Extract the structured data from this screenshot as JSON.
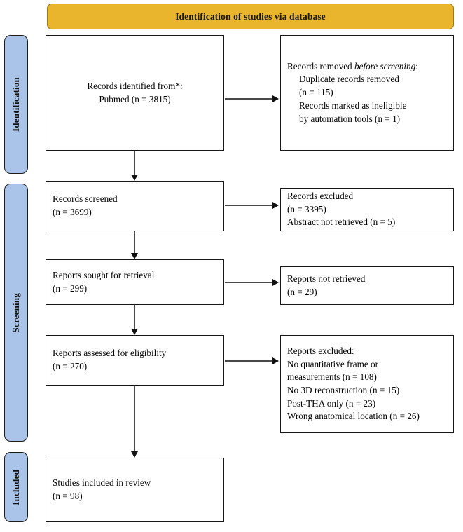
{
  "banner": {
    "title": "Identification of studies via database",
    "fill_color": "#E8B52C"
  },
  "stages": [
    {
      "name": "identification",
      "label": "Identification",
      "fill_color": "#A9C4E8"
    },
    {
      "name": "screening",
      "label": "Screening",
      "fill_color": "#A9C4E8"
    },
    {
      "name": "included",
      "label": "Included",
      "fill_color": "#A9C4E8"
    }
  ],
  "boxes": {
    "identified": {
      "lines": [
        "Records identified from*:",
        "Pubmed (n = 3815)"
      ]
    },
    "removed_before_screening": {
      "line1_pre": "Records removed ",
      "line1_ital": "before screening",
      "line1_post": ":",
      "lines": [
        "Duplicate records removed",
        "(n = 115)",
        "Records marked as ineligible",
        "by automation tools (n = 1)"
      ]
    },
    "records_screened": {
      "lines": [
        "Records screened",
        "(n = 3699)"
      ]
    },
    "records_excluded": {
      "lines": [
        "Records excluded",
        "(n = 3395)",
        "Abstract not retrieved (n = 5)"
      ]
    },
    "reports_sought": {
      "lines": [
        "Reports sought for retrieval",
        "(n = 299)"
      ]
    },
    "reports_not_retrieved": {
      "lines": [
        "Reports not retrieved",
        "(n = 29)"
      ]
    },
    "reports_assessed": {
      "lines": [
        "Reports assessed for eligibility",
        "(n = 270)"
      ]
    },
    "reports_excluded": {
      "lines": [
        "Reports excluded:",
        "No quantitative frame or",
        "measurements (n = 108)",
        "No 3D reconstruction (n = 15)",
        "Post-THA only (n = 23)",
        "Wrong anatomical location (n = 26)"
      ]
    },
    "studies_included": {
      "lines": [
        "Studies included in review",
        "(n = 98)"
      ]
    }
  },
  "chart_data": {
    "type": "diagram",
    "title": "Identification of studies via database",
    "nodes": [
      {
        "id": "identified",
        "stage": "Identification",
        "column": "left",
        "label": "Records identified from*: Pubmed",
        "n": 3815
      },
      {
        "id": "removed_before_screening",
        "stage": "Identification",
        "column": "right",
        "label": "Records removed before screening",
        "n": null
      },
      {
        "id": "duplicates_removed",
        "stage": "Identification",
        "column": "right",
        "label": "Duplicate records removed",
        "n": 115
      },
      {
        "id": "ineligible_automation",
        "stage": "Identification",
        "column": "right",
        "label": "Records marked as ineligible by automation tools",
        "n": 1
      },
      {
        "id": "records_screened",
        "stage": "Screening",
        "column": "left",
        "label": "Records screened",
        "n": 3699
      },
      {
        "id": "records_excluded",
        "stage": "Screening",
        "column": "right",
        "label": "Records excluded",
        "n": 3395
      },
      {
        "id": "abstract_not_retrieved",
        "stage": "Screening",
        "column": "right",
        "label": "Abstract not retrieved",
        "n": 5
      },
      {
        "id": "reports_sought",
        "stage": "Screening",
        "column": "left",
        "label": "Reports sought for retrieval",
        "n": 299
      },
      {
        "id": "reports_not_retrieved",
        "stage": "Screening",
        "column": "right",
        "label": "Reports not retrieved",
        "n": 29
      },
      {
        "id": "reports_assessed",
        "stage": "Screening",
        "column": "left",
        "label": "Reports assessed for eligibility",
        "n": 270
      },
      {
        "id": "excl_no_quant",
        "stage": "Screening",
        "column": "right",
        "label": "No quantitative frame or measurements",
        "n": 108
      },
      {
        "id": "excl_no_3d",
        "stage": "Screening",
        "column": "right",
        "label": "No 3D reconstruction",
        "n": 15
      },
      {
        "id": "excl_post_tha",
        "stage": "Screening",
        "column": "right",
        "label": "Post-THA only",
        "n": 23
      },
      {
        "id": "excl_wrong_location",
        "stage": "Screening",
        "column": "right",
        "label": "Wrong anatomical location",
        "n": 26
      },
      {
        "id": "studies_included",
        "stage": "Included",
        "column": "left",
        "label": "Studies included in review",
        "n": 98
      }
    ],
    "edges": [
      {
        "from": "identified",
        "to": "removed_before_screening",
        "direction": "right"
      },
      {
        "from": "identified",
        "to": "records_screened",
        "direction": "down"
      },
      {
        "from": "records_screened",
        "to": "records_excluded",
        "direction": "right"
      },
      {
        "from": "records_screened",
        "to": "reports_sought",
        "direction": "down"
      },
      {
        "from": "reports_sought",
        "to": "reports_not_retrieved",
        "direction": "right"
      },
      {
        "from": "reports_sought",
        "to": "reports_assessed",
        "direction": "down"
      },
      {
        "from": "reports_assessed",
        "to": "reports_excluded",
        "direction": "right"
      },
      {
        "from": "reports_assessed",
        "to": "studies_included",
        "direction": "down"
      }
    ]
  }
}
